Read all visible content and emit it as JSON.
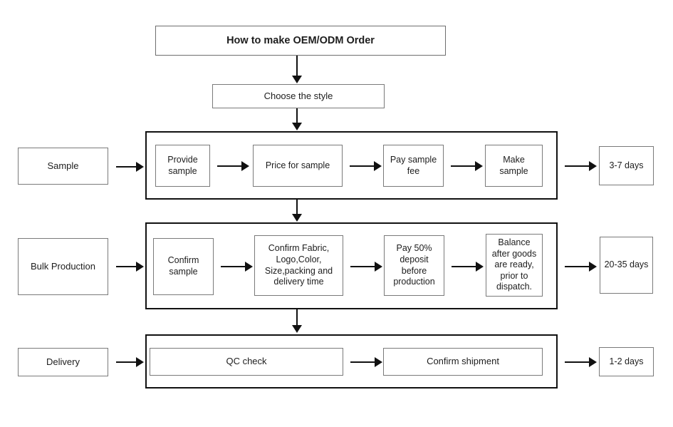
{
  "diagram": {
    "title": "How to make OEM/ODM Order",
    "step_choose": "Choose the style",
    "rows": [
      {
        "label": "Sample",
        "steps": [
          "Provide sample",
          "Price for sample",
          "Pay sample fee",
          "Make sample"
        ],
        "duration": "3-7 days"
      },
      {
        "label": "Bulk Production",
        "steps": [
          "Confirm sample",
          "Confirm Fabric, Logo,Color, Size,packing and delivery time",
          "Pay 50% deposit before production",
          "Balance after goods are ready, prior to dispatch."
        ],
        "duration": "20-35 days"
      },
      {
        "label": "Delivery",
        "steps": [
          "QC check",
          "Confirm shipment"
        ],
        "duration": "1-2 days"
      }
    ]
  },
  "colors": {
    "box_border": "#7a7a7a",
    "group_border": "#111111",
    "arrow": "#111111",
    "background": "#ffffff",
    "text": "#1d1d1d"
  }
}
